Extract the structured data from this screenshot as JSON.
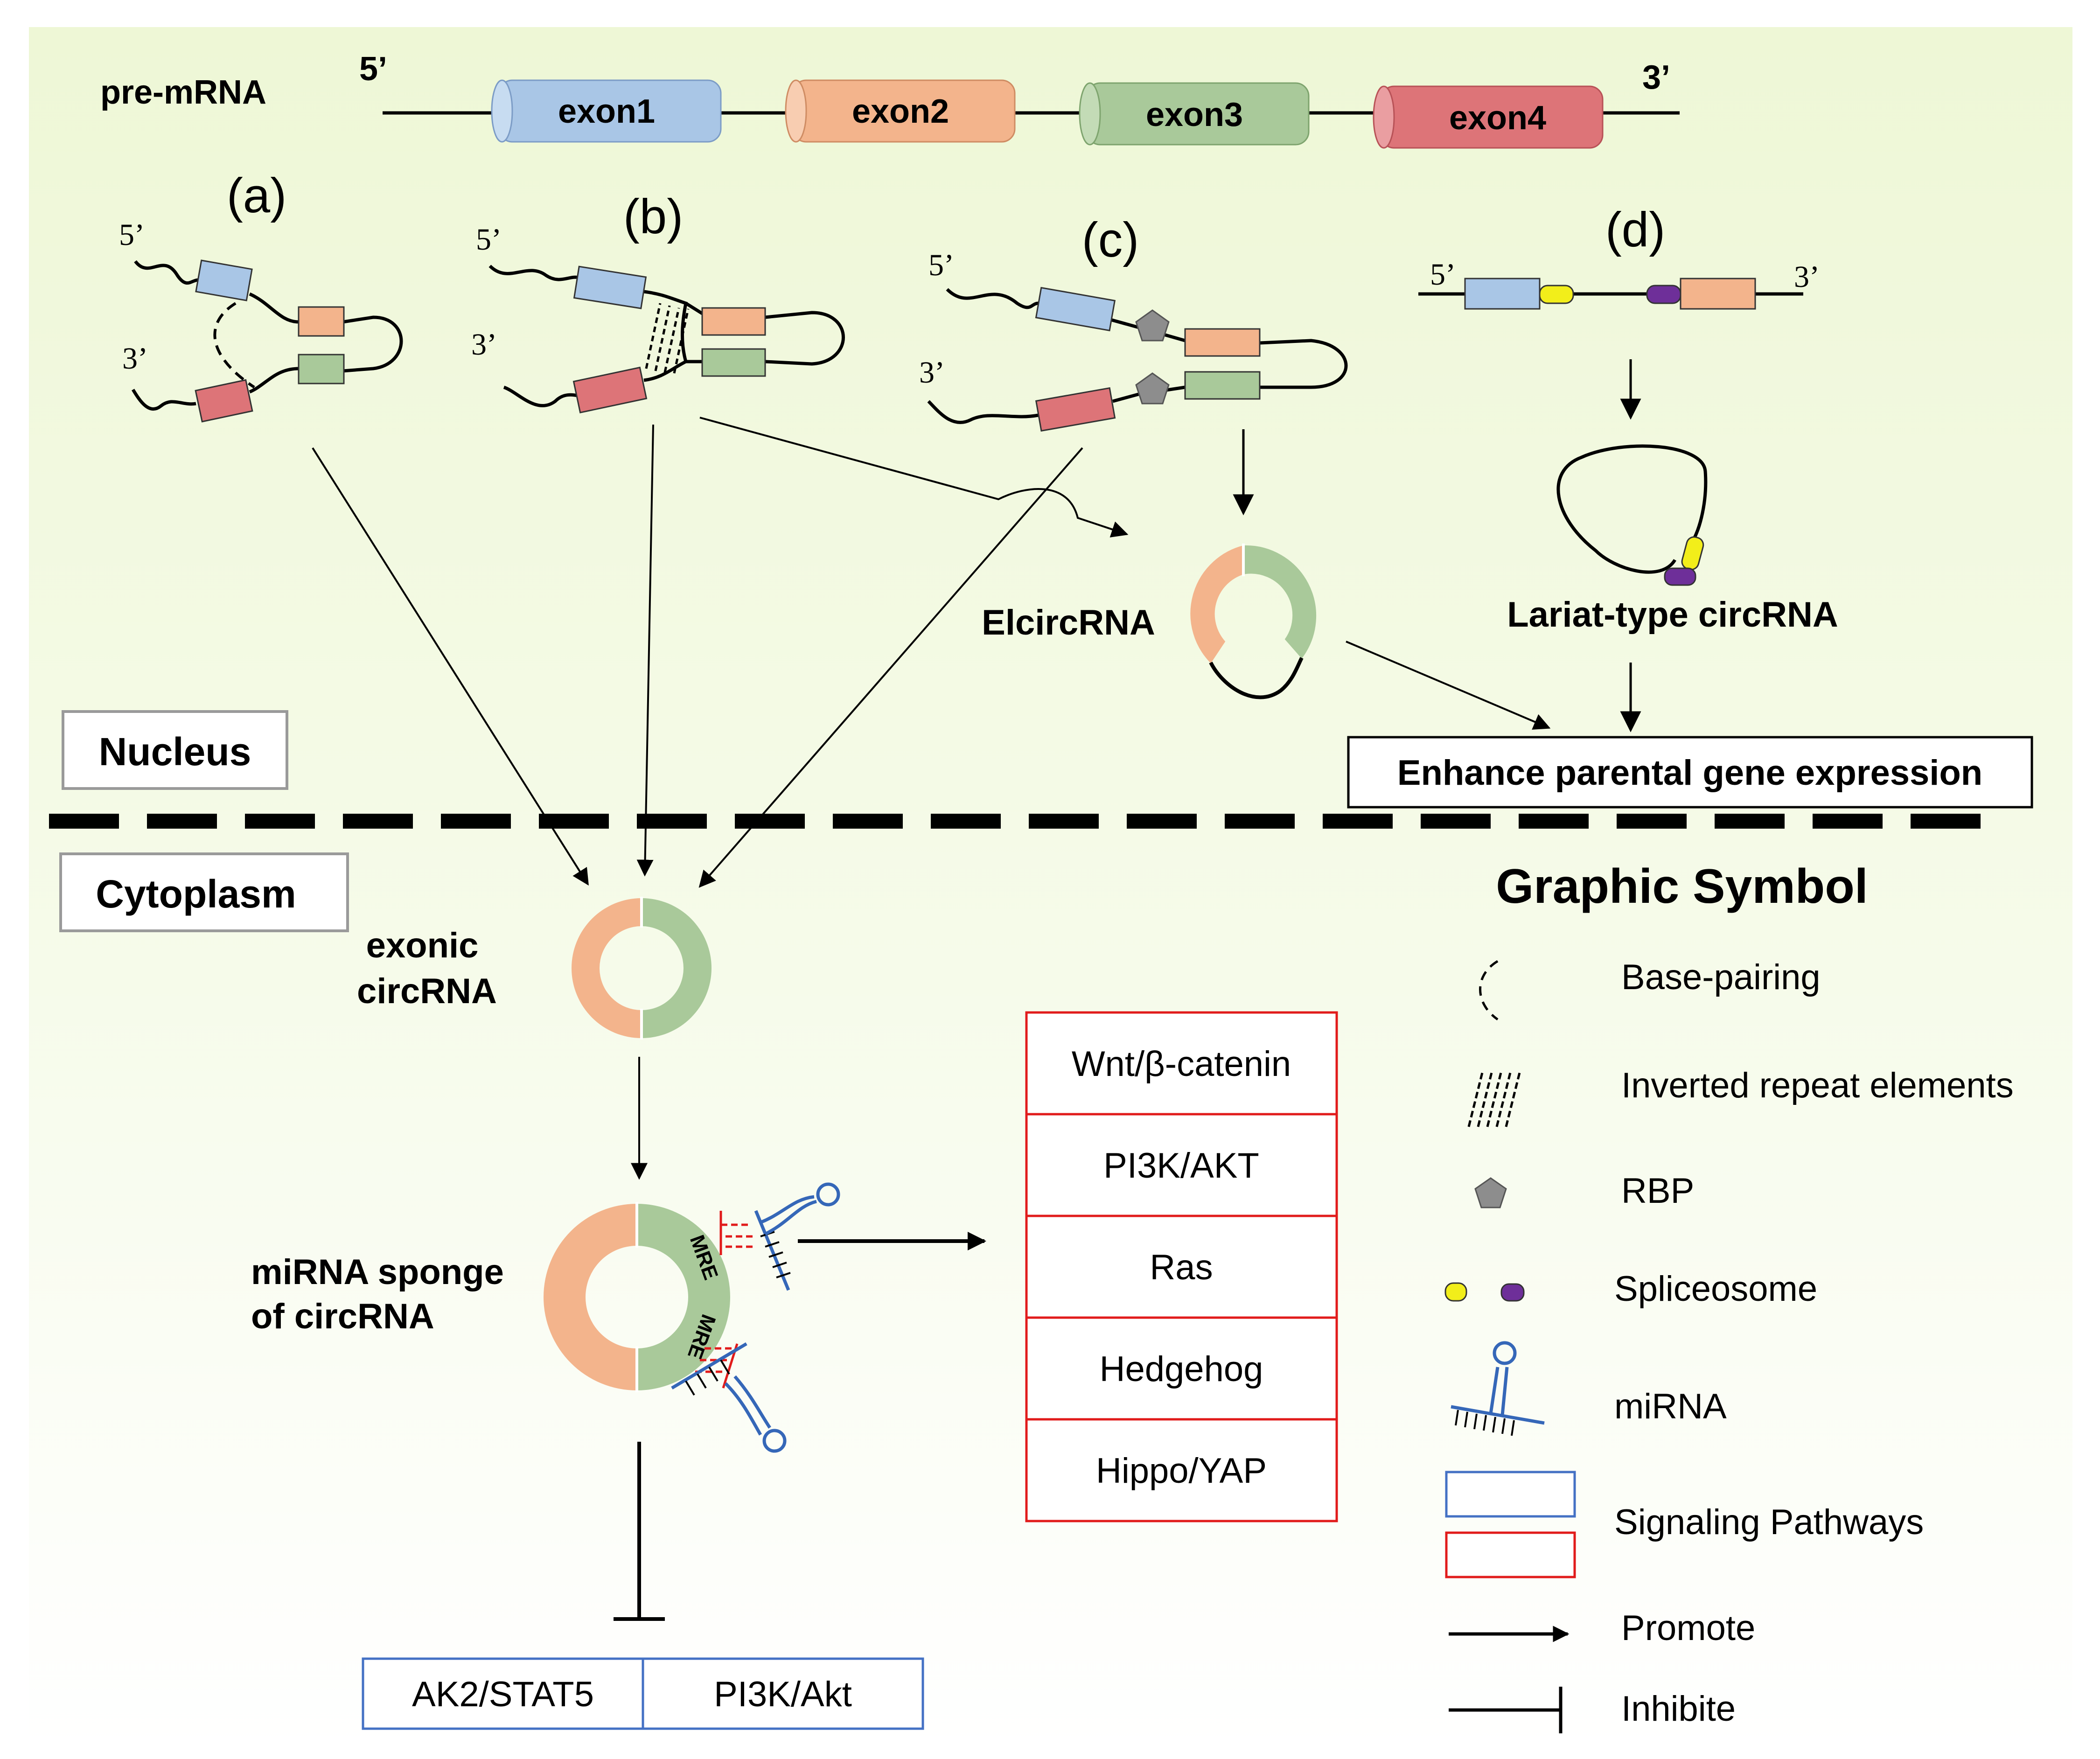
{
  "colors": {
    "background_top": "#eef7d6",
    "background_bottom": "#ffffff",
    "exon1": "#a9c6e6",
    "exon2": "#f3b48c",
    "exon3": "#a9c99a",
    "exon4": "#dd7478",
    "spliceosome_yellow": "#f2ee1a",
    "spliceosome_purple": "#6e2f99",
    "rbp_gray": "#8d8d8d",
    "mirna_blue": "#3567b8",
    "mre_red": "#e11b1b",
    "pathway_red": "#e11b1b",
    "pathway_blue": "#4471c4"
  },
  "premrna": {
    "label": "pre-mRNA",
    "five_prime": "5’",
    "three_prime": "3’",
    "exons": [
      "exon1",
      "exon2",
      "exon3",
      "exon4"
    ]
  },
  "mechanisms": {
    "a": {
      "label": "(a)",
      "five_prime": "5’",
      "three_prime": "3’"
    },
    "b": {
      "label": "(b)",
      "five_prime": "5’",
      "three_prime": "3’"
    },
    "c": {
      "label": "(c)",
      "five_prime": "5’",
      "three_prime": "3’"
    },
    "d": {
      "label": "(d)",
      "five_prime": "5’",
      "three_prime": "3’"
    }
  },
  "products": {
    "elcircrna": "ElcircRNA",
    "lariat": "Lariat-type circRNA",
    "enhance": "Enhance parental gene expression",
    "exonic_line1": "exonic",
    "exonic_line2": "circRNA",
    "sponge_line1": "miRNA sponge",
    "sponge_line2": "of circRNA",
    "mre": "MRE"
  },
  "compartments": {
    "nucleus": "Nucleus",
    "cytoplasm": "Cytoplasm"
  },
  "promoted_pathways": [
    "Wnt/β-catenin",
    "PI3K/AKT",
    "Ras",
    "Hedgehog",
    "Hippo/YAP"
  ],
  "inhibited_pathways": [
    "AK2/STAT5",
    "PI3K/Akt"
  ],
  "legend": {
    "title": "Graphic Symbol",
    "items": [
      {
        "label": "Base-pairing",
        "icon": "base-pairing-icon"
      },
      {
        "label": "Inverted repeat elements",
        "icon": "inverted-repeat-icon"
      },
      {
        "label": "RBP",
        "icon": "rbp-pentagon-icon"
      },
      {
        "label": "Spliceosome",
        "icon": "spliceosome-icon"
      },
      {
        "label": "miRNA",
        "icon": "mirna-icon"
      },
      {
        "label": "Signaling Pathways",
        "icon": "pathway-box-icon"
      },
      {
        "label": "Promote",
        "icon": "promote-arrow-icon"
      },
      {
        "label": "Inhibite",
        "icon": "inhibit-bar-icon"
      }
    ]
  }
}
